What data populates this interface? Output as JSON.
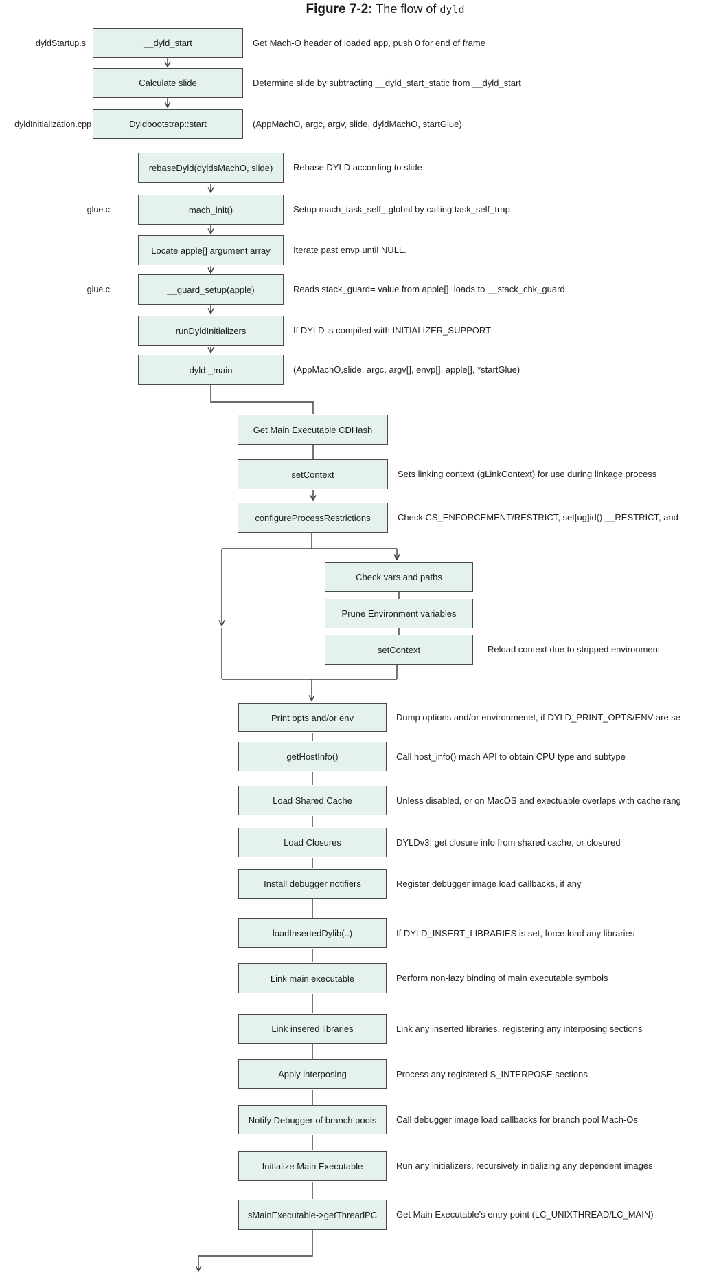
{
  "title": {
    "figure_label": "Figure 7-2:",
    "text": " The flow of ",
    "code": "dyld"
  },
  "colors": {
    "box_fill": "#e4f1ee",
    "box_border": "#4a4a4a",
    "line": "#3a3a3a"
  },
  "nodes": [
    {
      "id": "A1",
      "label": "__dyld_start",
      "left_label": "dyldStartup.s",
      "right_text": "Get Mach-O header of loaded app, push 0 for end of frame"
    },
    {
      "id": "A2",
      "label": "Calculate slide",
      "right_text": "Determine slide by subtracting __dyld_start_static from __dyld_start"
    },
    {
      "id": "A3",
      "label": "Dyldbootstrap::start",
      "left_label": "dyldInitialization.cpp",
      "right_text": "(AppMachO, argc, argv, slide, dyldMachO, startGlue)"
    },
    {
      "id": "B1",
      "label": "rebaseDyld(dyldsMachO, slide)",
      "right_text": "Rebase DYLD according to slide"
    },
    {
      "id": "B2",
      "label": "mach_init()",
      "left_label": "glue.c",
      "right_text": "Setup mach_task_self_ global by calling task_self_trap"
    },
    {
      "id": "B3",
      "label": "Locate apple[] argument array",
      "right_text": "Iterate past envp until NULL."
    },
    {
      "id": "B4",
      "label": "__guard_setup(apple)",
      "left_label": "glue.c",
      "right_text": "Reads stack_guard= value from apple[], loads to __stack_chk_guard"
    },
    {
      "id": "B5",
      "label": "runDyldInitializers",
      "right_text": "If DYLD is compiled with INITIALIZER_SUPPORT"
    },
    {
      "id": "B6",
      "label": "dyld:_main",
      "right_text": "(AppMachO,slide, argc, argv[], envp[], apple[], *startGlue)"
    },
    {
      "id": "C1",
      "label": "Get Main Executable CDHash"
    },
    {
      "id": "C2",
      "label": "setContext",
      "right_text": "Sets linking context (gLinkContext) for use during linkage process"
    },
    {
      "id": "C3",
      "label": "configureProcessRestrictions",
      "right_text": "Check CS_ENFORCEMENT/RESTRICT, set[ug]id() __RESTRICT, and"
    },
    {
      "id": "D1",
      "label": "Check vars and paths"
    },
    {
      "id": "D2",
      "label": "Prune Environment variables"
    },
    {
      "id": "D3",
      "label": "setContext",
      "right_text": "Reload context due to stripped environment"
    },
    {
      "id": "E1",
      "label": "Print opts and/or env",
      "right_text": "Dump options and/or environmenet, if DYLD_PRINT_OPTS/ENV are se"
    },
    {
      "id": "E2",
      "label": "getHostInfo()",
      "right_text": "Call host_info() mach API to obtain CPU type and subtype"
    },
    {
      "id": "E3",
      "label": "Load Shared Cache",
      "right_text": "Unless disabled, or on MacOS and exectuable overlaps with cache rang"
    },
    {
      "id": "E4",
      "label": "Load Closures",
      "right_text": "DYLDv3: get closure info from shared cache, or closured"
    },
    {
      "id": "E5",
      "label": "Install debugger notifiers",
      "right_text": "Register debugger image load callbacks, if any"
    },
    {
      "id": "E6",
      "label": "loadInsertedDylib(..)",
      "right_text": "If DYLD_INSERT_LIBRARIES is set, force load any libraries"
    },
    {
      "id": "E7",
      "label": "Link main executable",
      "right_text": "Perform non-lazy binding of main executable symbols"
    },
    {
      "id": "E8",
      "label": "Link insered libraries",
      "right_text": "Link any inserted libraries, registering any interposing sections"
    },
    {
      "id": "E9",
      "label": "Apply interposing",
      "right_text": "Process any registered S_INTERPOSE sections"
    },
    {
      "id": "E10",
      "label": "Notify Debugger of branch pools",
      "right_text": "Call debugger image load callbacks for branch pool Mach-Os"
    },
    {
      "id": "E11",
      "label": "Initialize Main Executable",
      "right_text": "Run any initializers, recursively initializing any dependent images"
    },
    {
      "id": "E12",
      "label": "sMainExecutable->getThreadPC",
      "right_text": "Get Main Executable's entry point (LC_UNIXTHREAD/LC_MAIN)"
    }
  ]
}
